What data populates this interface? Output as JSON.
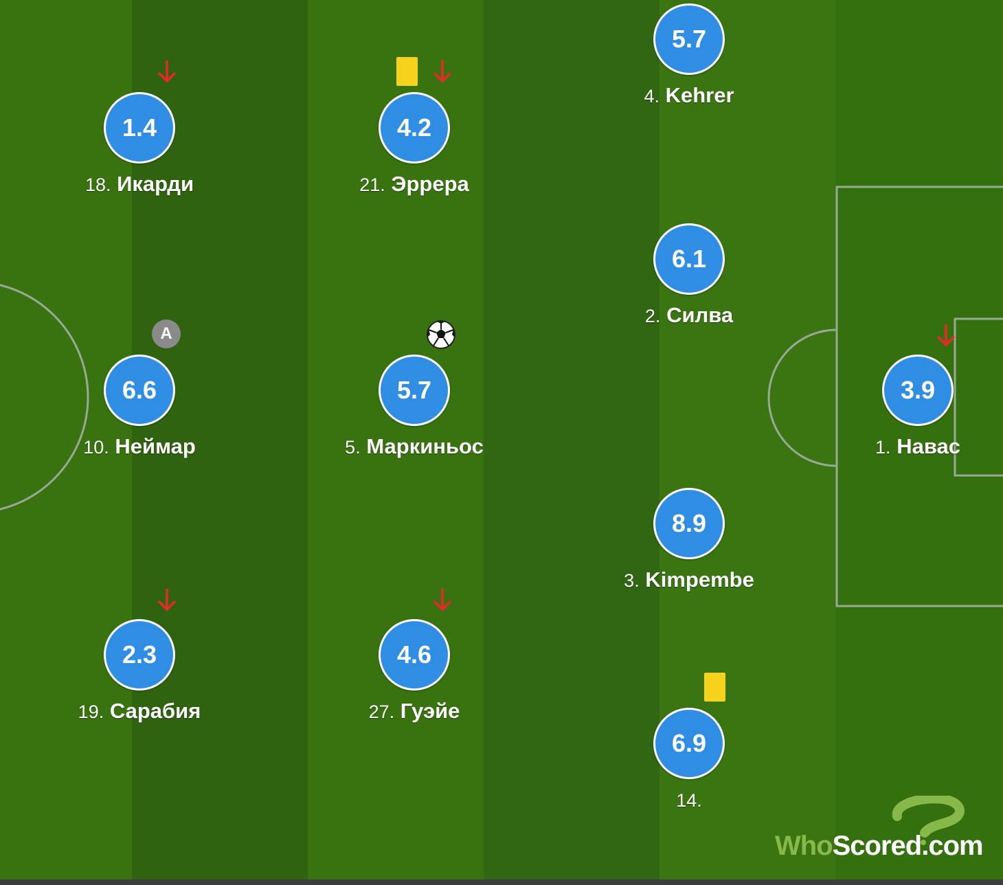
{
  "colors": {
    "rating_bubble": "#2f8ee3",
    "sub_arrow": "#e8282a",
    "yellow_card": "#f7d21b",
    "captain_badge": "#8a8a8a",
    "pitch_line": "#9aa996"
  },
  "players": [
    {
      "id": "icardi",
      "rating": "1.4",
      "number": "18.",
      "name": "Икарди",
      "icons": [
        "sub-off-arrow-icon"
      ]
    },
    {
      "id": "herrera",
      "rating": "4.2",
      "number": "21.",
      "name": "Эррера",
      "icons": [
        "yellow-card-icon",
        "sub-off-arrow-icon"
      ]
    },
    {
      "id": "kehrer",
      "rating": "5.7",
      "number": "4.",
      "name": "Kehrer",
      "icons": []
    },
    {
      "id": "silva",
      "rating": "6.1",
      "number": "2.",
      "name": "Силва",
      "icons": []
    },
    {
      "id": "neymar",
      "rating": "6.6",
      "number": "10.",
      "name": "Неймар",
      "icons": [
        "captain-badge-icon"
      ]
    },
    {
      "id": "marquinhos",
      "rating": "5.7",
      "number": "5.",
      "name": "Маркиньос",
      "icons": [
        "goal-ball-icon"
      ]
    },
    {
      "id": "navas",
      "rating": "3.9",
      "number": "1.",
      "name": "Навас",
      "icons": [
        "sub-off-arrow-icon"
      ]
    },
    {
      "id": "kimpembe",
      "rating": "8.9",
      "number": "3.",
      "name": "Kimpembe",
      "icons": []
    },
    {
      "id": "sarabia",
      "rating": "2.3",
      "number": "19.",
      "name": "Сарабия",
      "icons": [
        "sub-off-arrow-icon"
      ]
    },
    {
      "id": "gueye",
      "rating": "4.6",
      "number": "27.",
      "name": "Гуэйе",
      "icons": [
        "sub-off-arrow-icon"
      ]
    },
    {
      "id": "player14",
      "rating": "6.9",
      "number": "14.",
      "name": "",
      "icons": [
        "yellow-card-icon"
      ]
    }
  ],
  "captain_label": "A",
  "logo": {
    "who": "Who",
    "scored": "Scored",
    "dotcom": ".com"
  }
}
